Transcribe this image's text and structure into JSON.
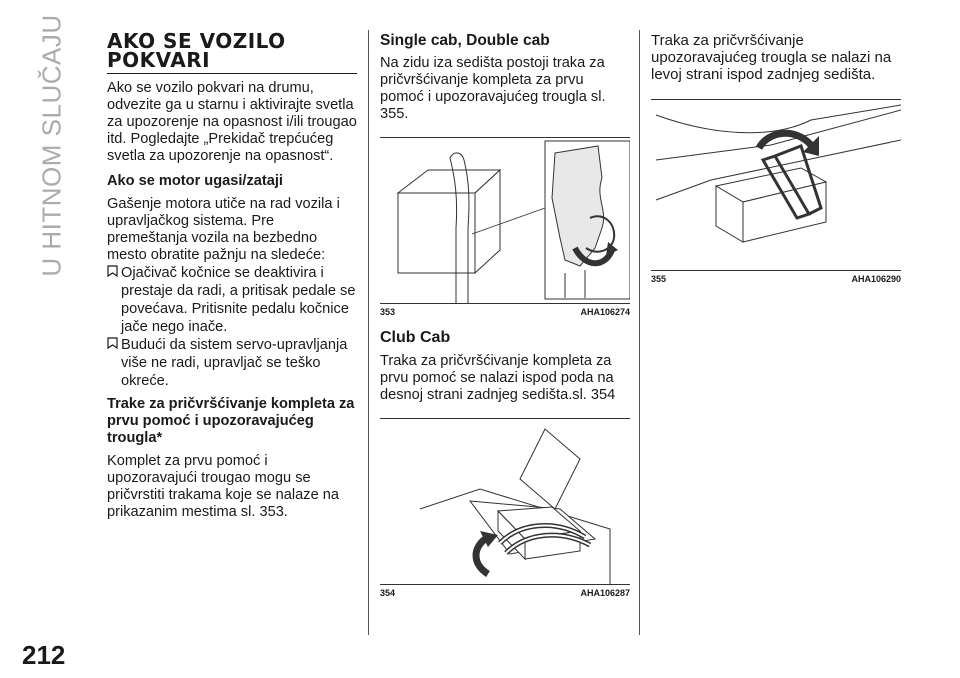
{
  "side_title": "U HITNOM SLUČAJU",
  "page_number": "212",
  "col1": {
    "title_l1": "AKO SE VOZILO",
    "title_l2": "POKVARI",
    "p1": "Ako se vozilo pokvari na drumu, odvezite ga u starnu i aktivirajte svetla za upozorenje na opasnost i/ili trougao itd. Pogledajte „Prekidač trepćućeg svetla za upozorenje na opasnost“.",
    "h_engine": "Ako se motor ugasi/zataji",
    "p2": "Gašenje motora utiče na rad vozila i upravljačkog sistema. Pre premeštanja vozila na bezbedno mesto obratite pažnju na sledeće:",
    "b1": "Ojačivač kočnice se deaktivira i prestaje da radi, a pritisak pedale se povećava. Pritisnite pedalu kočnice jače nego inače.",
    "b2": "Budući da sistem servo-upravljanja više ne radi, upravljač se teško okreće.",
    "h_straps": "Trake za pričvršćivanje kompleta za prvu pomoć i upozoravajućeg trougla*",
    "p3": "Komplet za prvu pomoć i upozoravajući trougao mogu se pričvrstiti trakama koje se nalaze na prikazanim mestima sl. 353."
  },
  "col2": {
    "h_single": "Single cab, Double cab",
    "p_single": "Na zidu iza sedišta postoji traka za pričvršćivanje kompleta za prvu pomoć i upozoravajućeg trougla sl. 355.",
    "fig353_num": "353",
    "fig353_code": "AHA106274",
    "h_club": "Club Cab",
    "p_club": "Traka za pričvršćivanje kompleta za prvu pomoć se nalazi ispod poda na desnoj strani zadnjeg sedišta.sl. 354",
    "fig354_num": "354",
    "fig354_code": "AHA106287"
  },
  "col3": {
    "p_left": "Traka za pričvršćivanje upozoravajućeg trougla se nalazi na levoj strani ispod zadnjeg sedišta.",
    "fig355_num": "355",
    "fig355_code": "AHA106290"
  },
  "icons": {
    "bullet": "bookmark-icon"
  }
}
